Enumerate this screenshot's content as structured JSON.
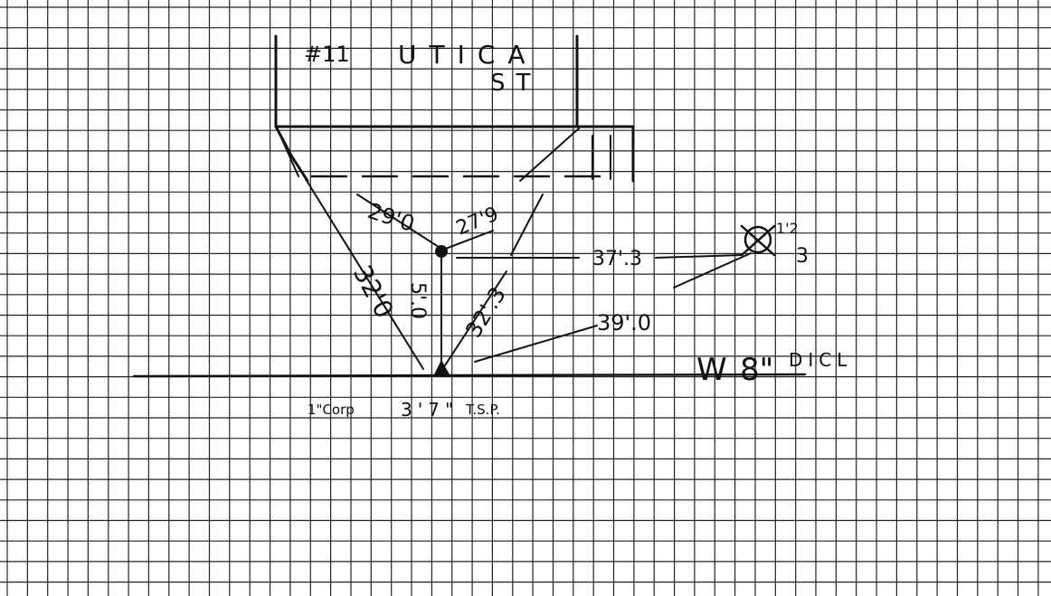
{
  "sketch": {
    "building": {
      "number": "#11",
      "street_name": "UTICA",
      "street_suffix": "ST"
    },
    "measurements": {
      "dim_left_diag": "29'0",
      "dim_right_diag": "27'9",
      "dim_horizontal": "37'.3",
      "dim_long_left": "32'0",
      "dim_vertical": "5'.0",
      "dim_right_short": "32'.3",
      "dim_long_right": "39'.0",
      "dim_circle_note_top": "1'2",
      "dim_circle_note_bottom": "3"
    },
    "main": {
      "size": "8\"",
      "type": "DICL",
      "prefix": "W"
    },
    "bottom_labels": {
      "left": "1\"Corp",
      "middle": "3'7\"",
      "right": "T.S.P."
    }
  }
}
